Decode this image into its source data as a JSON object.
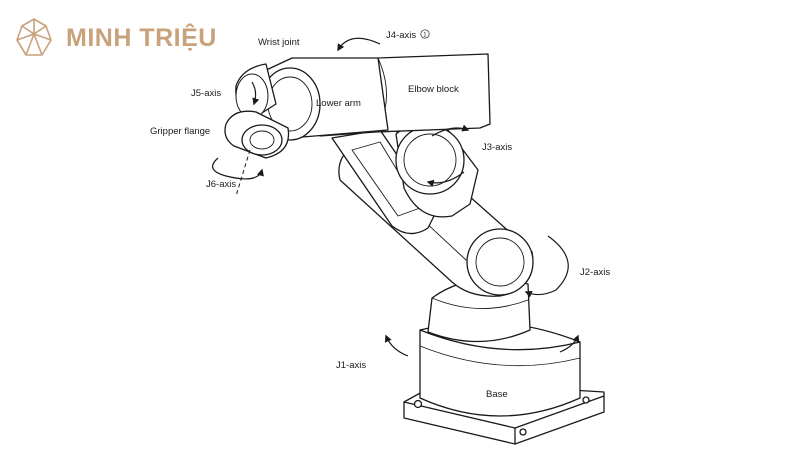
{
  "brand": {
    "name": "MINH TRIỆU",
    "logo_icon": "crystal-gem-icon",
    "color": "#c8a27a"
  },
  "diagram": {
    "labels": {
      "wrist_joint": "Wrist joint",
      "j4_axis": "J4-axis",
      "j4_mark": "1",
      "j5_axis": "J5-axis",
      "lower_arm": "Lower arm",
      "elbow_block": "Elbow block",
      "gripper_flange": "Gripper flange",
      "j3_axis": "J3-axis",
      "j6_axis": "J6-axis",
      "j2_axis": "J2-axis",
      "j1_axis": "J1-axis",
      "base": "Base"
    },
    "line_color": "#1a1a1a"
  }
}
